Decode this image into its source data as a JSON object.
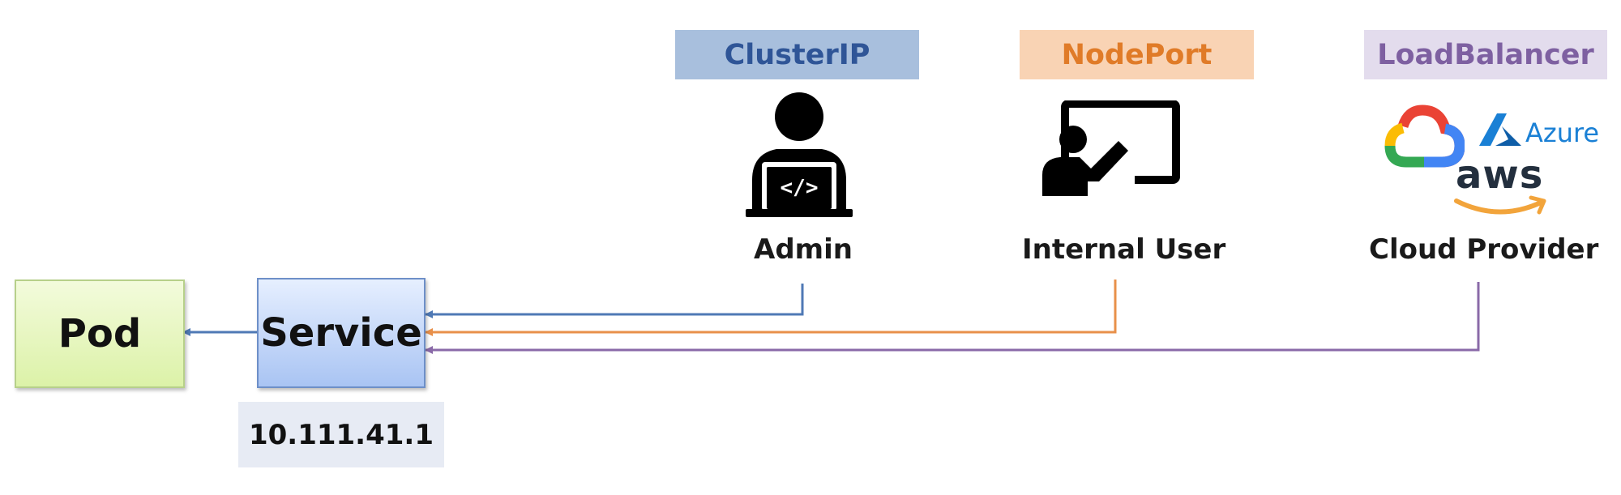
{
  "tags": {
    "clusterip": "ClusterIP",
    "nodeport": "NodePort",
    "loadbalancer": "LoadBalancer"
  },
  "actors": {
    "admin": "Admin",
    "internal_user": "Internal User",
    "cloud_provider": "Cloud Provider"
  },
  "boxes": {
    "pod": "Pod",
    "service": "Service",
    "service_ip": "10.111.41.1"
  },
  "logos": {
    "azure": "Azure",
    "aws": "aws",
    "admin_laptop_glyph": "</>"
  },
  "colors": {
    "clusterip": "#4f79b5",
    "nodeport": "#e8904a",
    "loadbalancer": "#8a6aa8"
  },
  "icons": [
    "developer-icon",
    "presenter-icon",
    "google-cloud-logo",
    "azure-logo",
    "aws-logo"
  ]
}
